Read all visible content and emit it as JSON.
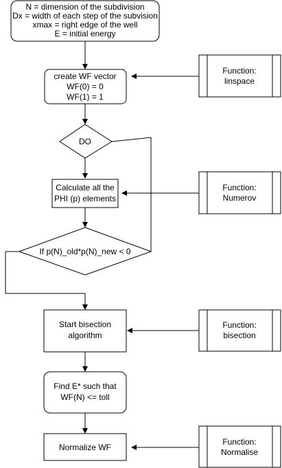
{
  "nodes": {
    "init": [
      "N = dimension of the subdivision",
      "Dx = width of each step of the subvision",
      "xmax = right edge of the well",
      "E = initial energy"
    ],
    "create_wf": [
      "create WF vector",
      "WF(0) = 0",
      "WF(1) = 1"
    ],
    "do": [
      "DO"
    ],
    "calc_phi": [
      "Calculate all the",
      "PHI (p) elements"
    ],
    "if_cond": [
      "If p(N)_old*p(N)_new < 0"
    ],
    "bisection": [
      "Start bisection",
      "algorithm"
    ],
    "find_e": [
      "Find E* such that",
      "WF(N) <= toll"
    ],
    "normalize": [
      "Normalize WF"
    ]
  },
  "functions": {
    "linspace": [
      "Function:",
      "linspace"
    ],
    "numerov": [
      "Function:",
      "Numerov"
    ],
    "bisection": [
      "Function:",
      "bisection"
    ],
    "normalise": [
      "Function:",
      "Normalise"
    ]
  }
}
